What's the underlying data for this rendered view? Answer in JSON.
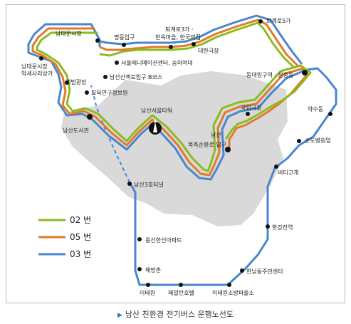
{
  "colors": {
    "line02": "#8bbb1f",
    "line05": "#e07b2a",
    "line03": "#4a86cf",
    "park": "#d9d9d9"
  },
  "legend": [
    {
      "label": "02 번",
      "color": "#8bbb1f"
    },
    {
      "label": "05 번",
      "color": "#e07b2a"
    },
    {
      "label": "03 번",
      "color": "#4a86cf"
    }
  ],
  "stations": [
    {
      "key": "namdaemun_market",
      "label": "남대문시장"
    },
    {
      "key": "myeongdong",
      "label": "명동입구"
    },
    {
      "key": "toegye3_a",
      "label": "퇴계로3가 ·"
    },
    {
      "key": "toegye3_b",
      "label": "한옥마을, 한국의집"
    },
    {
      "key": "toegye5",
      "label": "퇴계로5가"
    },
    {
      "key": "daehan",
      "label": "대한극장"
    },
    {
      "key": "seoul_animation",
      "label": "서울애니메이션센터, 숭의여대"
    },
    {
      "key": "namdaemun_market2_a",
      "label": "남대문시장"
    },
    {
      "key": "namdaemun_market2_b",
      "label": "악세사리상가"
    },
    {
      "key": "baekbeom",
      "label": "백범광장"
    },
    {
      "key": "namsan_walk",
      "label": "남산산책로입구 B코스"
    },
    {
      "key": "dongdae",
      "label": "동대입구역 · 장충동"
    },
    {
      "key": "edu_info",
      "label": "교육연구정보원"
    },
    {
      "key": "national_theater",
      "label": "국립극장"
    },
    {
      "key": "yaksu",
      "label": "약수동"
    },
    {
      "key": "namsan_library",
      "label": "남산도서관"
    },
    {
      "key": "seoul_tower",
      "label": "남산서울타워"
    },
    {
      "key": "namsan_a",
      "label": "남산"
    },
    {
      "key": "namsan_b",
      "label": "북측순환로 입구"
    },
    {
      "key": "sundo",
      "label": "순도병원앞"
    },
    {
      "key": "beoti",
      "label": "버티고개"
    },
    {
      "key": "tunnel3",
      "label": "남산3호터널"
    },
    {
      "key": "hangang_jingyeok",
      "label": "한강진역"
    },
    {
      "key": "yongsan_hanshin",
      "label": "용산한신아파트"
    },
    {
      "key": "haebangchon",
      "label": "해방촌"
    },
    {
      "key": "hannam_center",
      "label": "한남동주민센터"
    },
    {
      "key": "itaewon",
      "label": "이태원"
    },
    {
      "key": "hamilton",
      "label": "해밀턴호텔"
    },
    {
      "key": "itaewon_fire",
      "label": "이태원소방파출소"
    }
  ],
  "caption": "남산 친환경 전기버스 운행노선도"
}
